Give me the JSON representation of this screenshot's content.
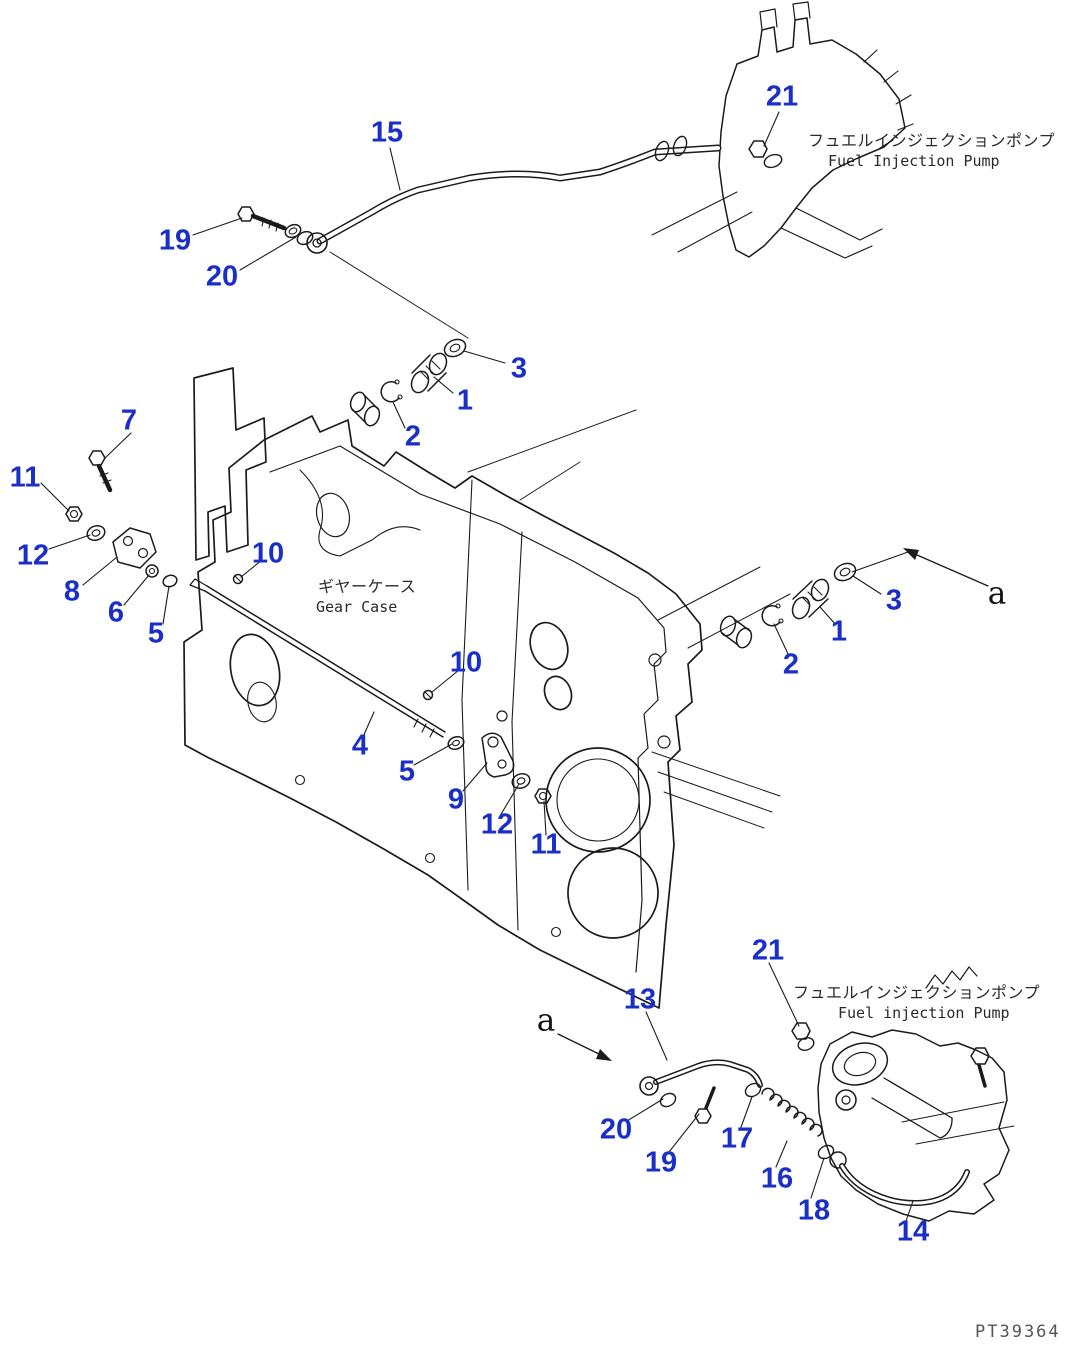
{
  "diagram": {
    "background": "#ffffff",
    "line_color": "#1b1b1b",
    "accent_blue": "#1a2ec8",
    "drawing_number": "PT39364",
    "view_label": "a"
  },
  "annotations": {
    "pump_top_jp": "フュエルインジェクションポンプ",
    "pump_top_en": "Fuel Injection Pump",
    "gear_case_jp": "ギヤーケース",
    "gear_case_en": "Gear Case",
    "pump_bottom_jp": "フュエルインジェクションポンプ",
    "pump_bottom_en": "Fuel injection Pump"
  },
  "callouts": [
    {
      "ref": "15"
    },
    {
      "ref": "19"
    },
    {
      "ref": "20"
    },
    {
      "ref": "21"
    },
    {
      "ref": "3"
    },
    {
      "ref": "1"
    },
    {
      "ref": "2"
    },
    {
      "ref": "7"
    },
    {
      "ref": "11"
    },
    {
      "ref": "12"
    },
    {
      "ref": "8"
    },
    {
      "ref": "6"
    },
    {
      "ref": "5"
    },
    {
      "ref": "10"
    },
    {
      "ref": "10"
    },
    {
      "ref": "4"
    },
    {
      "ref": "5"
    },
    {
      "ref": "9"
    },
    {
      "ref": "12"
    },
    {
      "ref": "11"
    },
    {
      "ref": "3"
    },
    {
      "ref": "1"
    },
    {
      "ref": "2"
    },
    {
      "ref": "13"
    },
    {
      "ref": "21"
    },
    {
      "ref": "20"
    },
    {
      "ref": "19"
    },
    {
      "ref": "17"
    },
    {
      "ref": "16"
    },
    {
      "ref": "18"
    },
    {
      "ref": "14"
    }
  ]
}
